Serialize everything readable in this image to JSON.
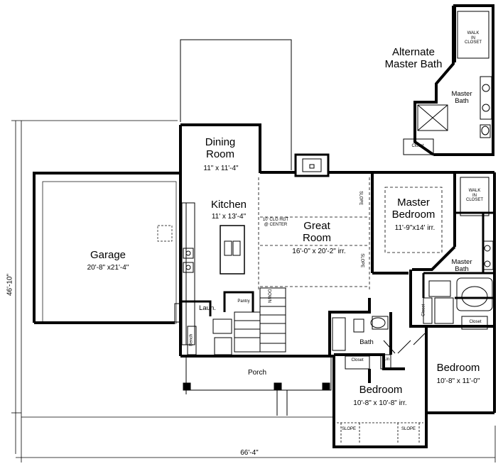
{
  "rooms": {
    "dining": {
      "name": "Dining\nRoom",
      "dim": "11\" x 11'-4\""
    },
    "kitchen": {
      "name": "Kitchen",
      "dim": "11' x 13'-4\""
    },
    "garage": {
      "name": "Garage",
      "dim": "20'-8\" x21'-4\""
    },
    "great": {
      "name": "Great\nRoom",
      "dim": "16'-0\" x 20'-2\" irr."
    },
    "master_bedroom": {
      "name": "Master\nBedroom",
      "dim": "11'-9\"x14' irr."
    },
    "master_bath": {
      "name": "Master\nBath"
    },
    "alt_master_bath": {
      "name": "Master\nBath"
    },
    "bedroom_right": {
      "name": "Bedroom",
      "dim": "10'-8\" x 11'-0\""
    },
    "bedroom_bottom": {
      "name": "Bedroom",
      "dim": "10'-8\" x 10'-8\" irr."
    },
    "bath": {
      "name": "Bath"
    },
    "porch": {
      "name": "Porch"
    },
    "laundry": {
      "name": "Laun."
    },
    "pantry": {
      "name": "Pantry"
    },
    "lin": {
      "name": "Lin"
    }
  },
  "notes": {
    "alternate_title": "Alternate\nMaster Bath",
    "walk_in_closet": "WALK\nIN\nCLOSET",
    "closet": "Closet",
    "slope": "SLOPE",
    "ceiling": "10' CLG HGT\n@ CENTER",
    "bench": "Bench",
    "down": "DOWN"
  },
  "dimensions": {
    "width": "66'-4\"",
    "depth": "46'-10\""
  }
}
